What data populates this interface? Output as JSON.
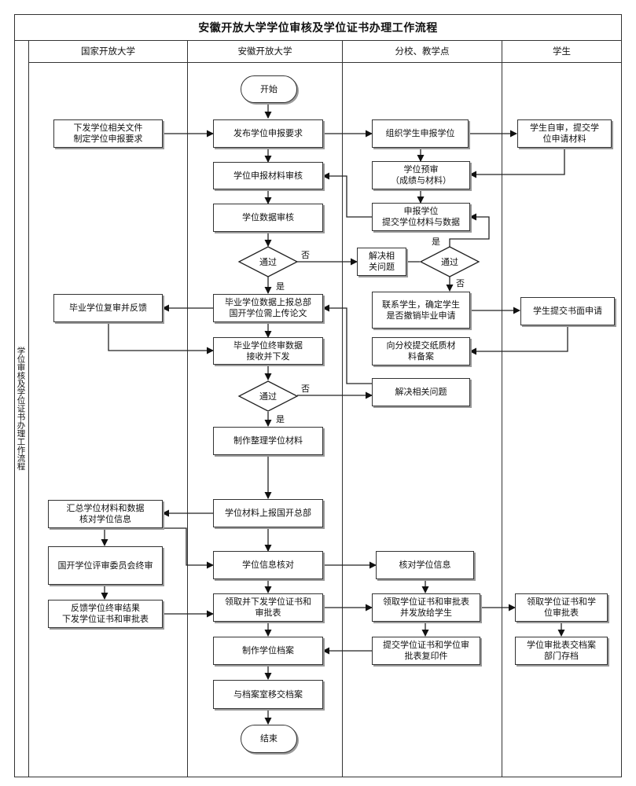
{
  "title": "安徽开放大学学位审核及学位证书办理工作流程",
  "side_label": "学位审核及学位证书办理工作流程",
  "lanes": [
    "国家开放大学",
    "安徽开放大学",
    "分校、教学点",
    "学生"
  ],
  "nodes": {
    "start": "开始",
    "issue_docs": "下发学位相关文件\n制定学位申报要求",
    "publish_req": "发布学位申报要求",
    "organize_apply": "组织学生申报学位",
    "self_review": "学生自审，提交学\n位申请材料",
    "material_review": "学位申报材料审核",
    "pre_review": "学位预审\n（成绩与材料）",
    "submit_materials": "申报学位\n提交学位材料与数据",
    "data_review": "学位数据审核",
    "pass1": "通过",
    "resolve1": "解决相\n关问题",
    "pass_branch": "通过",
    "report_hq": "毕业学位数据上报总部\n国开学位需上传论文",
    "review_feedback": "毕业学位复审并反馈",
    "contact_student": "联系学生，确定学生\n是否撤销毕业申请",
    "written_app": "学生提交书面申请",
    "paper_file": "向分校提交纸质材\n料备案",
    "final_data": "毕业学位终审数据\n接收并下发",
    "pass2": "通过",
    "resolve2": "解决相关问题",
    "prepare_materials": "制作整理学位材料",
    "report_materials": "学位材料上报国开总部",
    "summarize": "汇总学位材料和数据\n核对学位信息",
    "committee": "国开学位评审委员会终审",
    "check_info": "学位信息核对",
    "verify_info": "核对学位信息",
    "feedback_result": "反馈学位终审结果\n下发学位证书和审批表",
    "receive_cert": "领取并下发学位证书和\n审批表",
    "receive_distribute": "领取学位证书和审批表\n并发放给学生",
    "student_receive": "领取学位证书和学\n位审批表",
    "make_archive": "制作学位档案",
    "submit_copy": "提交学位证书和学位审\n批表复印件",
    "archive_dept": "学位审批表交档案\n部门存档",
    "transfer_archive": "与档案室移交档案",
    "end": "结束"
  },
  "labels": {
    "no": "否",
    "yes": "是"
  }
}
